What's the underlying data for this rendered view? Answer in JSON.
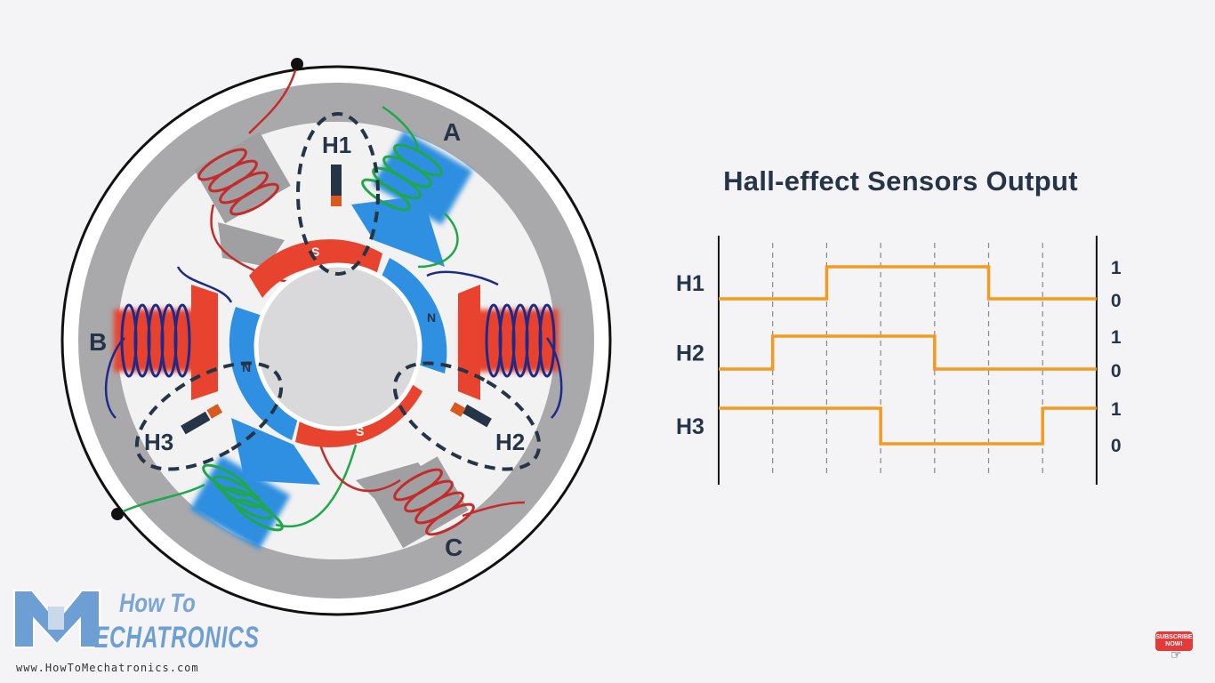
{
  "diagram": {
    "title": "Hall-effect Sensors Output",
    "phase_labels": {
      "a": "A",
      "b": "B",
      "c": "C"
    },
    "sensor_labels": {
      "h1": "H1",
      "h2": "H2",
      "h3": "H3"
    },
    "pole_labels": {
      "south": "S",
      "north": "N"
    }
  },
  "chart_data": {
    "type": "line",
    "title": "Hall-effect Sensors Output",
    "x": [
      0,
      1,
      2,
      3,
      4,
      5,
      6,
      7
    ],
    "levels": [
      "1",
      "0"
    ],
    "series": [
      {
        "name": "H1",
        "values": [
          0,
          0,
          1,
          1,
          1,
          0,
          0
        ]
      },
      {
        "name": "H2",
        "values": [
          0,
          1,
          1,
          1,
          0,
          0,
          0
        ]
      },
      {
        "name": "H3",
        "values": [
          1,
          1,
          1,
          0,
          0,
          0,
          1
        ]
      }
    ],
    "colors": {
      "signal": "#f39a1f",
      "axis": "#111111",
      "divider": "#888888"
    }
  },
  "logo": {
    "line1": "How To",
    "line2": "ECHATRONICS",
    "url": "www.HowToMechatronics.com"
  },
  "subscribe": {
    "line1": "SUBSCRIBE",
    "line2": "NOW!"
  },
  "colors": {
    "red": "#e8432f",
    "blue": "#2f8fe0",
    "gray": "#a9a9ab",
    "dark": "#253447"
  }
}
